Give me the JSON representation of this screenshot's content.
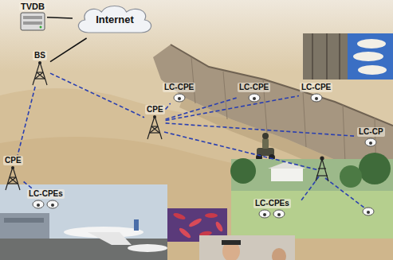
{
  "diagram": {
    "nodes": [
      {
        "text": [
          "TVDB"
        ]
      },
      {
        "text": [
          "Internet"
        ]
      },
      {
        "text": [
          "BS"
        ]
      },
      {
        "text": [
          "LC-CPE"
        ]
      },
      {
        "text": [
          "LC-CPE"
        ]
      },
      {
        "text": [
          "LC-CPE"
        ]
      },
      {
        "text": [
          "CPE"
        ]
      },
      {
        "text": [
          "LC-CP"
        ]
      },
      {
        "text": [
          "CPE"
        ]
      },
      {
        "text": [
          "LC-CPEs"
        ]
      },
      {
        "text": [
          "LC-CPEs"
        ]
      }
    ],
    "edges": [
      {
        "from": 1,
        "to": 0,
        "arrow": "none"
      },
      {
        "from": 1,
        "to": 2,
        "arrow": "none"
      },
      {
        "from": 2,
        "to": 6,
        "arrow": "none"
      },
      {
        "from": 2,
        "to": 8,
        "arrow": "none"
      },
      {
        "from": 6,
        "to": 3,
        "arrow": "none"
      },
      {
        "from": 6,
        "to": 4,
        "arrow": "none"
      },
      {
        "from": 6,
        "to": 5,
        "arrow": "none"
      },
      {
        "from": 6,
        "to": 7,
        "arrow": "none"
      },
      {
        "from": 8,
        "to": 9,
        "arrow": "none"
      }
    ]
  }
}
